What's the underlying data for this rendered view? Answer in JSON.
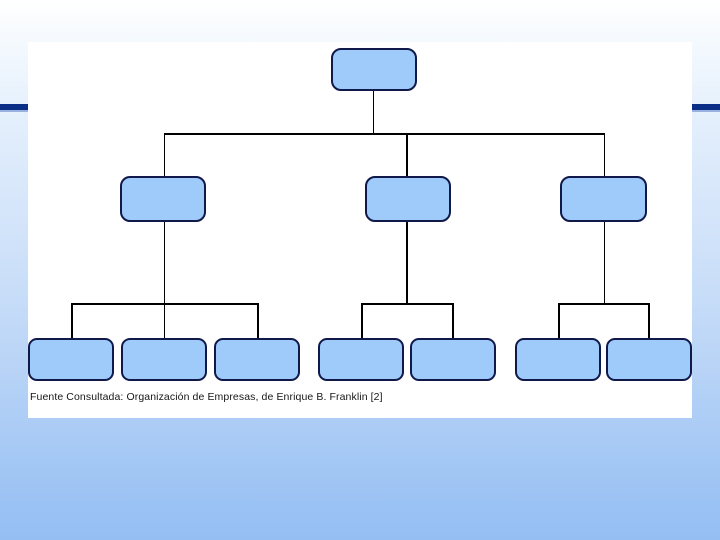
{
  "slide": {
    "background_top_color": "#ffffff",
    "background_bottom_color": "#95bff3",
    "accent_band_color": "#0b2e86",
    "panel_background": "#ffffff"
  },
  "diagram": {
    "type": "organizational-chart",
    "node_fill_color": "#9ecbfa",
    "node_border_color": "#10194a",
    "connector_color": "#000000",
    "levels": 3,
    "nodes": [
      {
        "id": "root",
        "level": 1,
        "label": ""
      },
      {
        "id": "l2-a",
        "level": 2,
        "label": ""
      },
      {
        "id": "l2-b",
        "level": 2,
        "label": ""
      },
      {
        "id": "l2-c",
        "level": 2,
        "label": ""
      },
      {
        "id": "l3-a1",
        "level": 3,
        "label": ""
      },
      {
        "id": "l3-a2",
        "level": 3,
        "label": ""
      },
      {
        "id": "l3-a3",
        "level": 3,
        "label": ""
      },
      {
        "id": "l3-b1",
        "level": 3,
        "label": ""
      },
      {
        "id": "l3-b2",
        "level": 3,
        "label": ""
      },
      {
        "id": "l3-c1",
        "level": 3,
        "label": ""
      },
      {
        "id": "l3-c2",
        "level": 3,
        "label": ""
      }
    ],
    "edges": [
      {
        "from": "root",
        "to": "l2-a"
      },
      {
        "from": "root",
        "to": "l2-b"
      },
      {
        "from": "root",
        "to": "l2-c"
      },
      {
        "from": "l2-a",
        "to": "l3-a1"
      },
      {
        "from": "l2-a",
        "to": "l3-a2"
      },
      {
        "from": "l2-a",
        "to": "l3-a3"
      },
      {
        "from": "l2-b",
        "to": "l3-b1"
      },
      {
        "from": "l2-b",
        "to": "l3-b2"
      },
      {
        "from": "l2-c",
        "to": "l3-c1"
      },
      {
        "from": "l2-c",
        "to": "l3-c2"
      }
    ]
  },
  "caption": {
    "text": "Fuente Consultada: Organización de Empresas, de Enrique B. Franklin [2]"
  }
}
